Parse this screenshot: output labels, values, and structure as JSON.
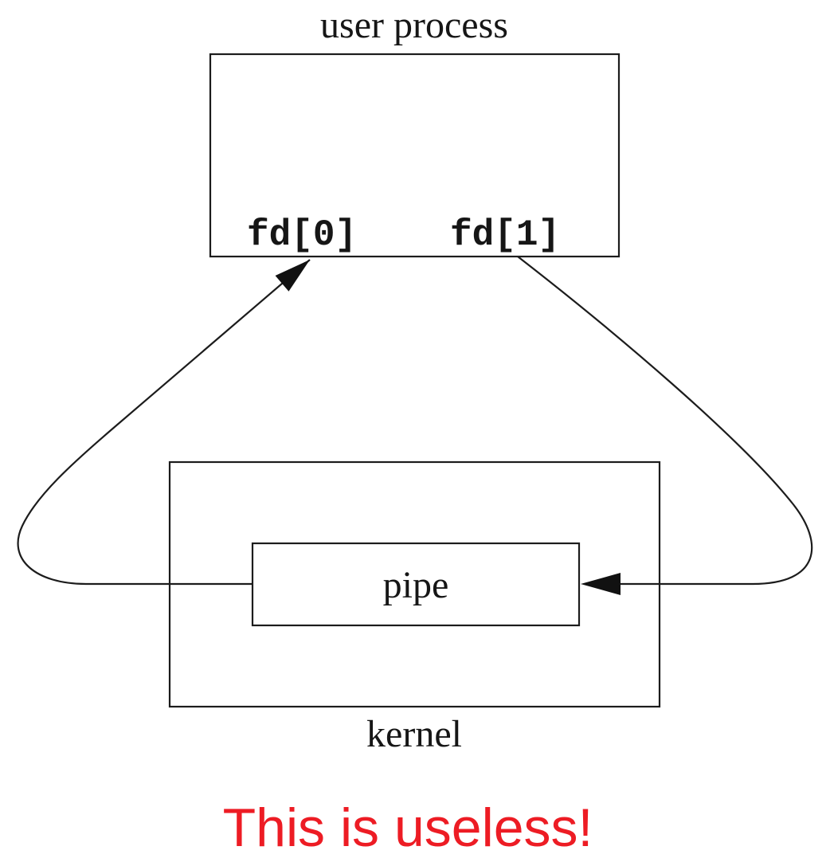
{
  "diagram": {
    "user_process_label": "user process",
    "fd0_label": "fd[0]",
    "fd1_label": "fd[1]",
    "pipe_label": "pipe",
    "kernel_label": "kernel",
    "arrows": [
      {
        "name": "write-flow",
        "from": "fd[1]",
        "to": "pipe"
      },
      {
        "name": "read-flow",
        "from": "pipe",
        "to": "fd[0]"
      }
    ]
  },
  "caption": {
    "text": "This is useless!",
    "color": "#ED1C24"
  },
  "colors": {
    "line": "#1c1c1c",
    "background": "#ffffff"
  }
}
